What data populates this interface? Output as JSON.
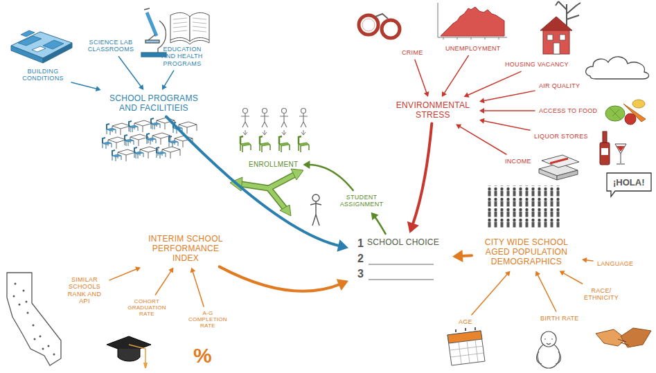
{
  "diagram": {
    "nodes": [
      {
        "text": [
          "BUILDING CONDITIONS"
        ]
      },
      {
        "text": [
          "SCIENCE LAB CLASSROOMS"
        ]
      },
      {
        "text": [
          "EDUCATION AND HEALTH PROGRAMS"
        ]
      },
      {
        "text": [
          "SCHOOL PROGRAMS AND FACILITIEIS"
        ]
      },
      {
        "text": [
          "CRIME"
        ]
      },
      {
        "text": [
          "UNEMPLOYMENT"
        ]
      },
      {
        "text": [
          "HOUSING VACANCY"
        ]
      },
      {
        "text": [
          "AIR QUALITY"
        ]
      },
      {
        "text": [
          "ACCESS TO FOOD"
        ]
      },
      {
        "text": [
          "LIQUOR STORES"
        ]
      },
      {
        "text": [
          "INCOME"
        ]
      },
      {
        "text": [
          "ENVIRONMENTAL STRESS"
        ]
      },
      {
        "text": [
          "ENROLLMENT"
        ]
      },
      {
        "text": [
          "STUDENT ASSIGNMENT"
        ]
      },
      {
        "text": [
          "SCHOOL CHOICE"
        ]
      },
      {
        "text": [
          "INTERIM SCHOOL PERFORMANCE INDEX"
        ]
      },
      {
        "text": [
          "SIMILAR SCHOOLS RANK AND API"
        ]
      },
      {
        "text": [
          "COHORT GRADUATION RATE"
        ]
      },
      {
        "text": [
          "A-G COMPLETION RATE"
        ]
      },
      {
        "text": [
          "CITY WIDE SCHOOL AGED POPULATION DEMOGRAPHICS"
        ]
      },
      {
        "text": [
          "LANGUAGE"
        ]
      },
      {
        "text": [
          "RACE/ ETHNICITY"
        ]
      },
      {
        "text": [
          "AGE"
        ]
      },
      {
        "text": [
          "BIRTH RATE"
        ]
      }
    ],
    "edges": [
      {
        "from": 0,
        "to": 3,
        "arrow": "to"
      },
      {
        "from": 1,
        "to": 3,
        "arrow": "to"
      },
      {
        "from": 2,
        "to": 3,
        "arrow": "to"
      },
      {
        "from": 4,
        "to": 11,
        "arrow": "to"
      },
      {
        "from": 5,
        "to": 11,
        "arrow": "to"
      },
      {
        "from": 6,
        "to": 11,
        "arrow": "to"
      },
      {
        "from": 7,
        "to": 11,
        "arrow": "to"
      },
      {
        "from": 8,
        "to": 11,
        "arrow": "to"
      },
      {
        "from": 9,
        "to": 11,
        "arrow": "to"
      },
      {
        "from": 10,
        "to": 11,
        "arrow": "to"
      },
      {
        "from": 3,
        "to": 14,
        "arrow": "to"
      },
      {
        "from": 11,
        "to": 14,
        "arrow": "to"
      },
      {
        "from": 15,
        "to": 14,
        "arrow": "to"
      },
      {
        "from": 19,
        "to": 14,
        "arrow": "to"
      },
      {
        "from": 14,
        "to": 13,
        "arrow": "to"
      },
      {
        "from": 13,
        "to": 12,
        "arrow": "to"
      },
      {
        "from": 16,
        "to": 15,
        "arrow": "to"
      },
      {
        "from": 17,
        "to": 15,
        "arrow": "to"
      },
      {
        "from": 18,
        "to": 15,
        "arrow": "to"
      },
      {
        "from": 20,
        "to": 19,
        "arrow": "to"
      },
      {
        "from": 21,
        "to": 19,
        "arrow": "to"
      },
      {
        "from": 22,
        "to": 19,
        "arrow": "to"
      },
      {
        "from": 23,
        "to": 19,
        "arrow": "to"
      }
    ],
    "labels": [
      "1",
      "2",
      "3",
      "%",
      "¡HOLA!"
    ]
  }
}
